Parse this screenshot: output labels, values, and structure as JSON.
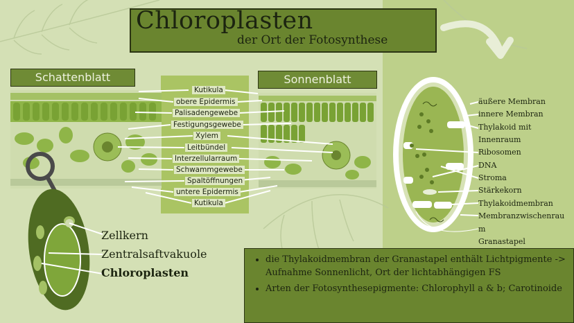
{
  "title": "Chloroplasten",
  "subtitle": "der Ort der Fotosynthese",
  "shade_leaf_label": "Schattenblatt",
  "sun_leaf_label": "Sonnenblatt",
  "leaf_layers": [
    "Kutikula",
    "obere Epidermis",
    "Palisadengewebe",
    "Festigungsgewebe",
    "Xylem",
    "Leitbündel",
    "Interzellularraum",
    "Schwammgewebe",
    "Spaltöffnungen",
    "untere Epidermis",
    "Kutikula"
  ],
  "cell_legend": [
    "Zellkern",
    "Zentralsaftvakuole",
    "Chloroplasten"
  ],
  "chloroplast_parts": [
    "äußere Membran",
    "innere Membran",
    "Thylakoid mit",
    "Innenraum",
    "Ribosomen",
    "DNA",
    "Stroma",
    "Stärkekorn",
    "Thylakoidmembran",
    "Membranzwischenrau",
    "m",
    "Granastapel"
  ],
  "info_bullets": [
    "die Thylakoidmembran der Granastapel enthält Lichtpigmente -> Aufnahme Sonnenlicht, Ort der lichtabhängigen FS",
    "Arten der Fotosynthesepigmente: Chlorophyll a & b; Carotinoide"
  ],
  "colors": {
    "background_left": "#d4e0b5",
    "background_right": "#bdd08a",
    "dark_green": "#6a852f",
    "leaf_green": "#7fa63a",
    "text_dark": "#1c2410"
  }
}
